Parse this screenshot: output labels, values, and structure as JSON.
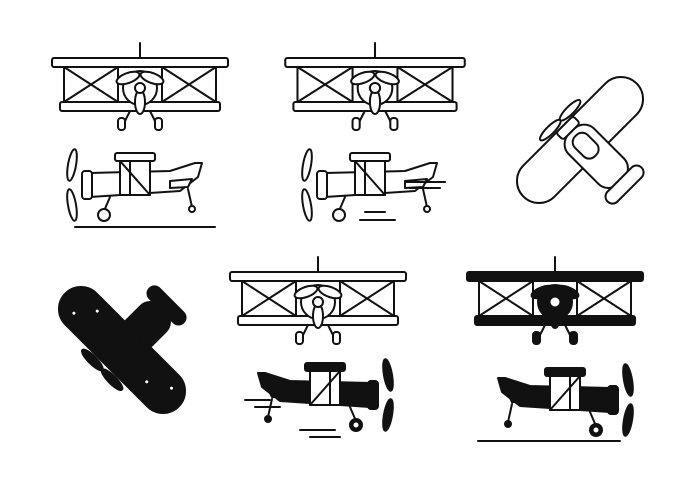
{
  "colors": {
    "background": "#ffffff",
    "ink": "#111111"
  },
  "illustrations": {
    "row1": [
      "outline-biplane-front",
      "outline-biplane-front-wide",
      "outline-biplane-top"
    ],
    "row2": [
      "outline-biplane-side",
      "outline-biplane-side-moving"
    ],
    "row3": [
      "filled-biplane-top",
      "filled-biplane-front",
      "filled-biplane-front-solid"
    ],
    "row4": [
      "filled-biplane-side-moving",
      "filled-biplane-side"
    ]
  }
}
